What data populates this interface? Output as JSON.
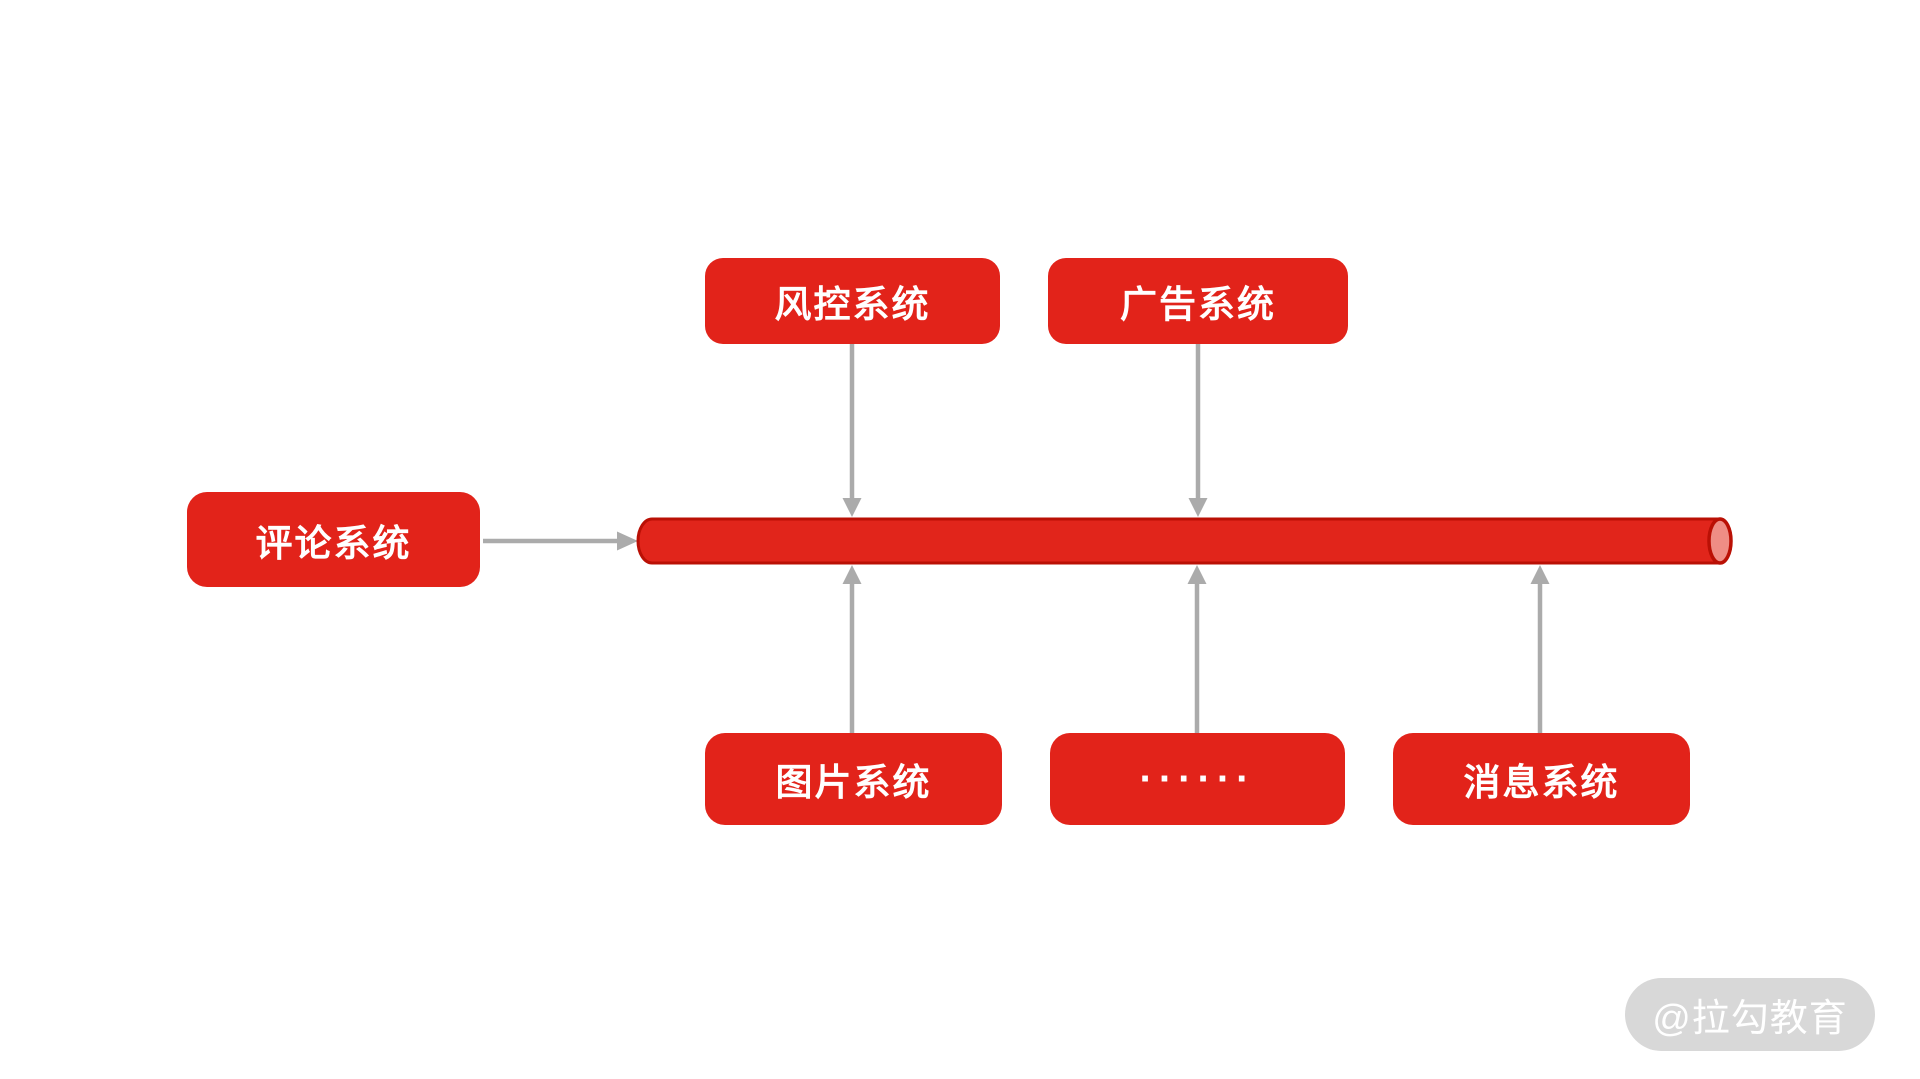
{
  "diagram": {
    "title_hint": "message-queue-architecture",
    "top_nodes": [
      {
        "id": "risk",
        "label": "风控系统"
      },
      {
        "id": "ad",
        "label": "广告系统"
      }
    ],
    "left_node": {
      "id": "comment",
      "label": "评论系统"
    },
    "bottom_nodes": [
      {
        "id": "image",
        "label": "图片系统"
      },
      {
        "id": "ellipsis",
        "label": "······"
      },
      {
        "id": "message",
        "label": "消息系统"
      }
    ],
    "queue": {
      "shape": "horizontal-cylinder",
      "label": ""
    },
    "edges": [
      {
        "from": "comment",
        "to": "queue",
        "direction": "right"
      },
      {
        "from": "risk",
        "to": "queue",
        "direction": "down"
      },
      {
        "from": "ad",
        "to": "queue",
        "direction": "down"
      },
      {
        "from": "image",
        "to": "queue",
        "direction": "up"
      },
      {
        "from": "ellipsis",
        "to": "queue",
        "direction": "up"
      },
      {
        "from": "message",
        "to": "queue",
        "direction": "up"
      }
    ]
  },
  "watermark": {
    "text": "@拉勾教育"
  },
  "colors": {
    "node_red": "#e2231a",
    "cylinder_body": "#e1251b",
    "cylinder_stroke": "#ba1005",
    "cylinder_cap": "#ef8d85",
    "arrow_gray": "#ababab",
    "watermark_bg": "#d8d8d8",
    "watermark_text": "#ffffff",
    "node_text": "#ffffff",
    "background": "#ffffff"
  }
}
